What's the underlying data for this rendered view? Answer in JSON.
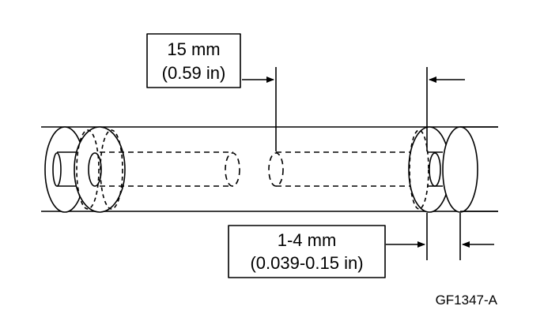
{
  "diagram": {
    "top_dimension": {
      "metric": "15 mm",
      "imperial": "(0.59 in)"
    },
    "bottom_dimension": {
      "metric": "1-4 mm",
      "imperial": "(0.039-0.15 in)"
    },
    "figure_code": "GF1347-A"
  },
  "colors": {
    "line": "#000000",
    "background": "#ffffff"
  }
}
